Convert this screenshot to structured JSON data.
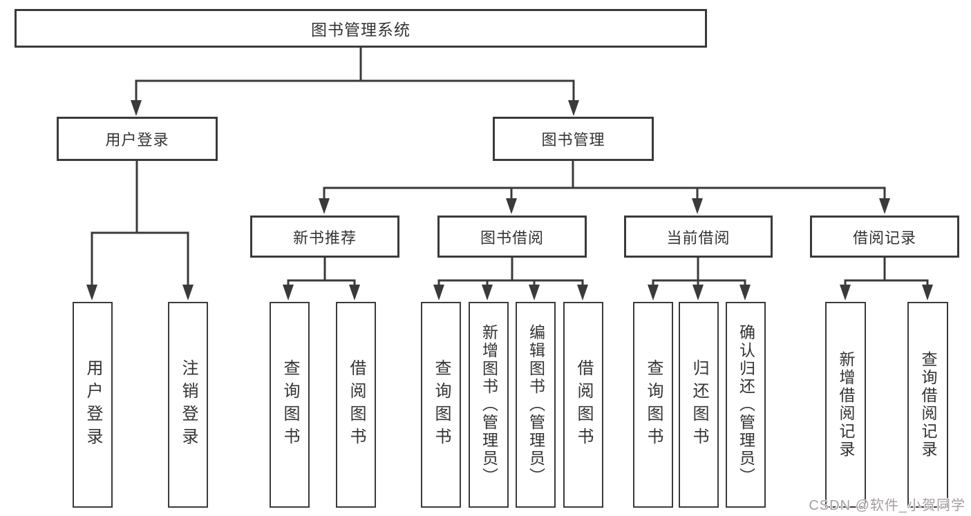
{
  "diagram": {
    "root": {
      "label": "图书管理系统"
    },
    "level2": [
      {
        "id": "user-login",
        "label": "用户登录"
      },
      {
        "id": "book-management",
        "label": "图书管理"
      }
    ],
    "level3": [
      {
        "id": "new-book-recommend",
        "label": "新书推荐",
        "parent": "图书管理"
      },
      {
        "id": "book-borrowing",
        "label": "图书借阅",
        "parent": "图书管理"
      },
      {
        "id": "current-borrowing",
        "label": "当前借阅",
        "parent": "图书管理"
      },
      {
        "id": "borrowing-records",
        "label": "借阅记录",
        "parent": "图书管理"
      }
    ],
    "leaves": [
      {
        "label": "用户登录",
        "parent": "用户登录"
      },
      {
        "label": "注销登录",
        "parent": "用户登录"
      },
      {
        "label": "查询图书",
        "parent": "新书推荐"
      },
      {
        "label": "借阅图书",
        "parent": "新书推荐"
      },
      {
        "label": "查询图书",
        "parent": "图书借阅"
      },
      {
        "label": "新增图书（管理员）",
        "parent": "图书借阅"
      },
      {
        "label": "编辑图书（管理员）",
        "parent": "图书借阅"
      },
      {
        "label": "借阅图书",
        "parent": "图书借阅"
      },
      {
        "label": "查询图书",
        "parent": "当前借阅"
      },
      {
        "label": "归还图书",
        "parent": "当前借阅"
      },
      {
        "label": "确认归还（管理员）",
        "parent": "当前借阅"
      },
      {
        "label": "新增借阅记录",
        "parent": "借阅记录"
      },
      {
        "label": "查询借阅记录",
        "parent": "借阅记录"
      }
    ],
    "colors": {
      "border": "#3a3a3a",
      "text": "#333333",
      "background": "#ffffff",
      "watermark": "#a59e9e"
    }
  },
  "watermark": {
    "text": "CSDN @软件_小贺同学"
  }
}
